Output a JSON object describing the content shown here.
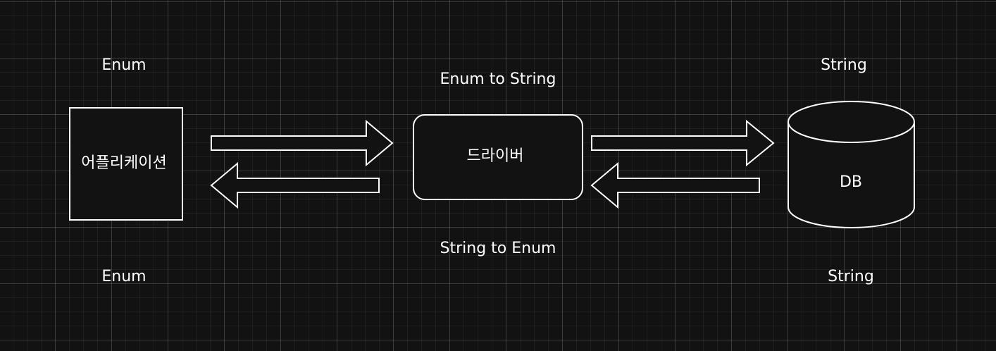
{
  "labels": {
    "app_top": "Enum",
    "app_bottom": "Enum",
    "convert_top": "Enum to String",
    "convert_bottom": "String to Enum",
    "db_top": "String",
    "db_bottom": "String"
  },
  "nodes": {
    "application": "어플리케이션",
    "driver": "드라이버",
    "db": "DB"
  },
  "colors": {
    "background": "#121212",
    "stroke": "#ffffff"
  }
}
